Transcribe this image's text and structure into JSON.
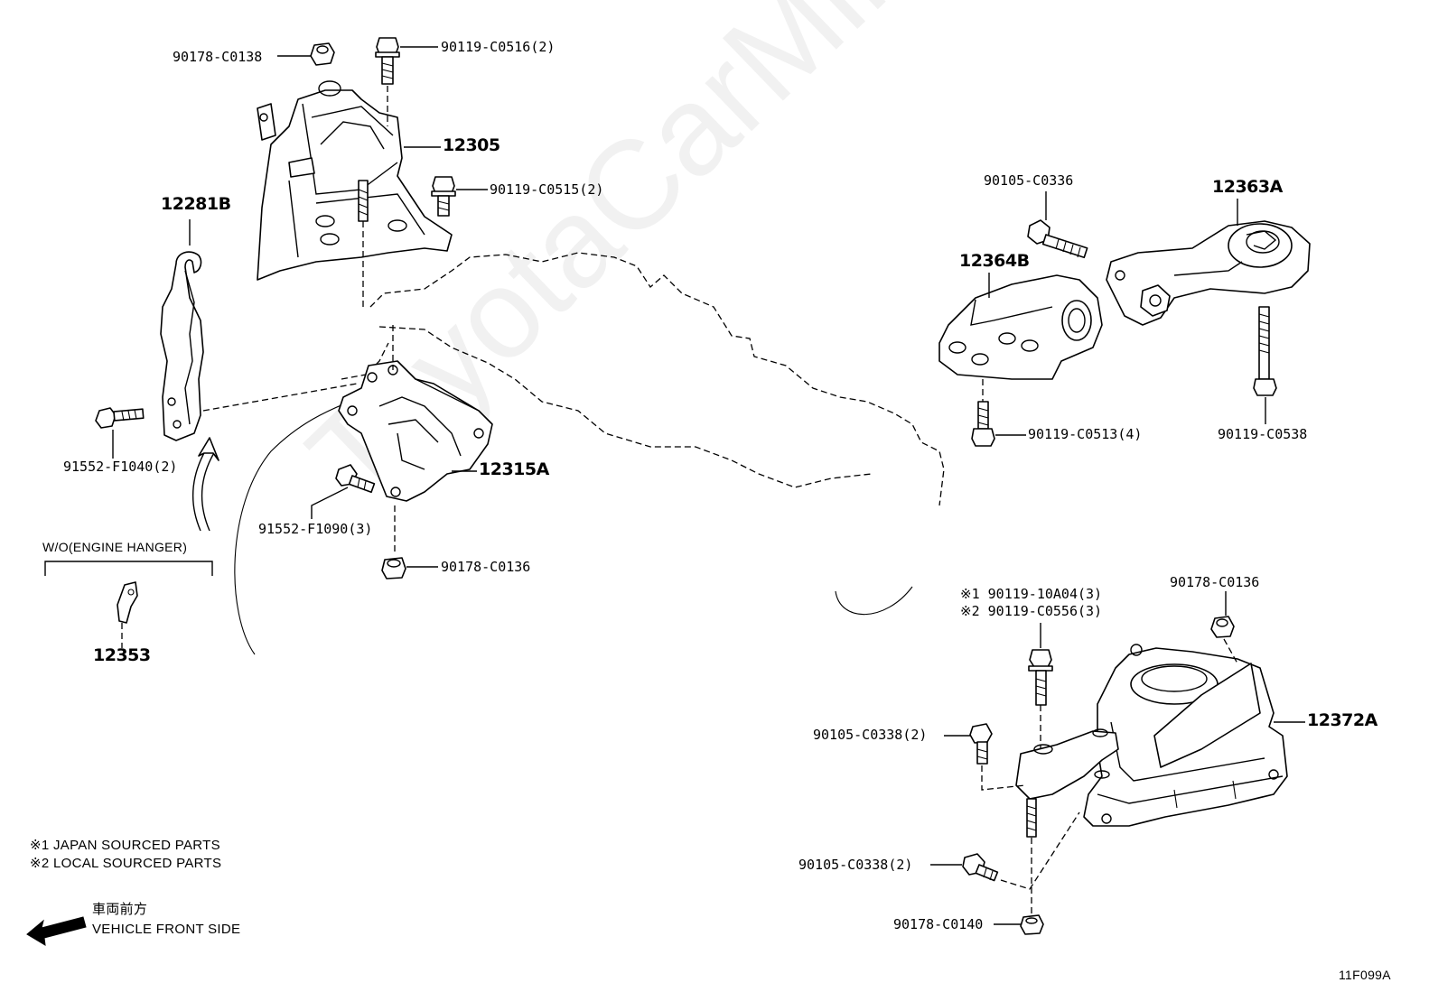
{
  "watermark": "ToyotaCarMine.ru",
  "labels": {
    "p90178_c0138": "90178-C0138",
    "p90119_c0516": "90119-C0516(2)",
    "p12305": "12305",
    "p90119_c0515": "90119-C0515(2)",
    "p12281b": "12281B",
    "p91552_f1040": "91552-F1040(2)",
    "wo_engine_hanger": "W/O(ENGINE HANGER)",
    "p12353": "12353",
    "p12315a": "12315A",
    "p91552_f1090": "91552-F1090(3)",
    "p90178_c0136_a": "90178-C0136",
    "p90105_c0336": "90105-C0336",
    "p12363a": "12363A",
    "p12364b": "12364B",
    "p90119_c0513": "90119-C0513(4)",
    "p90119_c0538": "90119-C0538",
    "p90119_10a04": "※1 90119-10A04(3)",
    "p90119_c0556": "※2 90119-C0556(3)",
    "p90178_c0136_b": "90178-C0136",
    "p12372a": "12372A",
    "p90105_c0338_a": "90105-C0338(2)",
    "p90105_c0338_b": "90105-C0338(2)",
    "p90178_c0140": "90178-C0140"
  },
  "legend": {
    "note1": "※1  JAPAN SOURCED PARTS",
    "note2": "※2  LOCAL SOURCED PARTS",
    "front_jp": "車両前方",
    "front_en": "VEHICLE FRONT SIDE"
  },
  "figure_code": "11F099A"
}
